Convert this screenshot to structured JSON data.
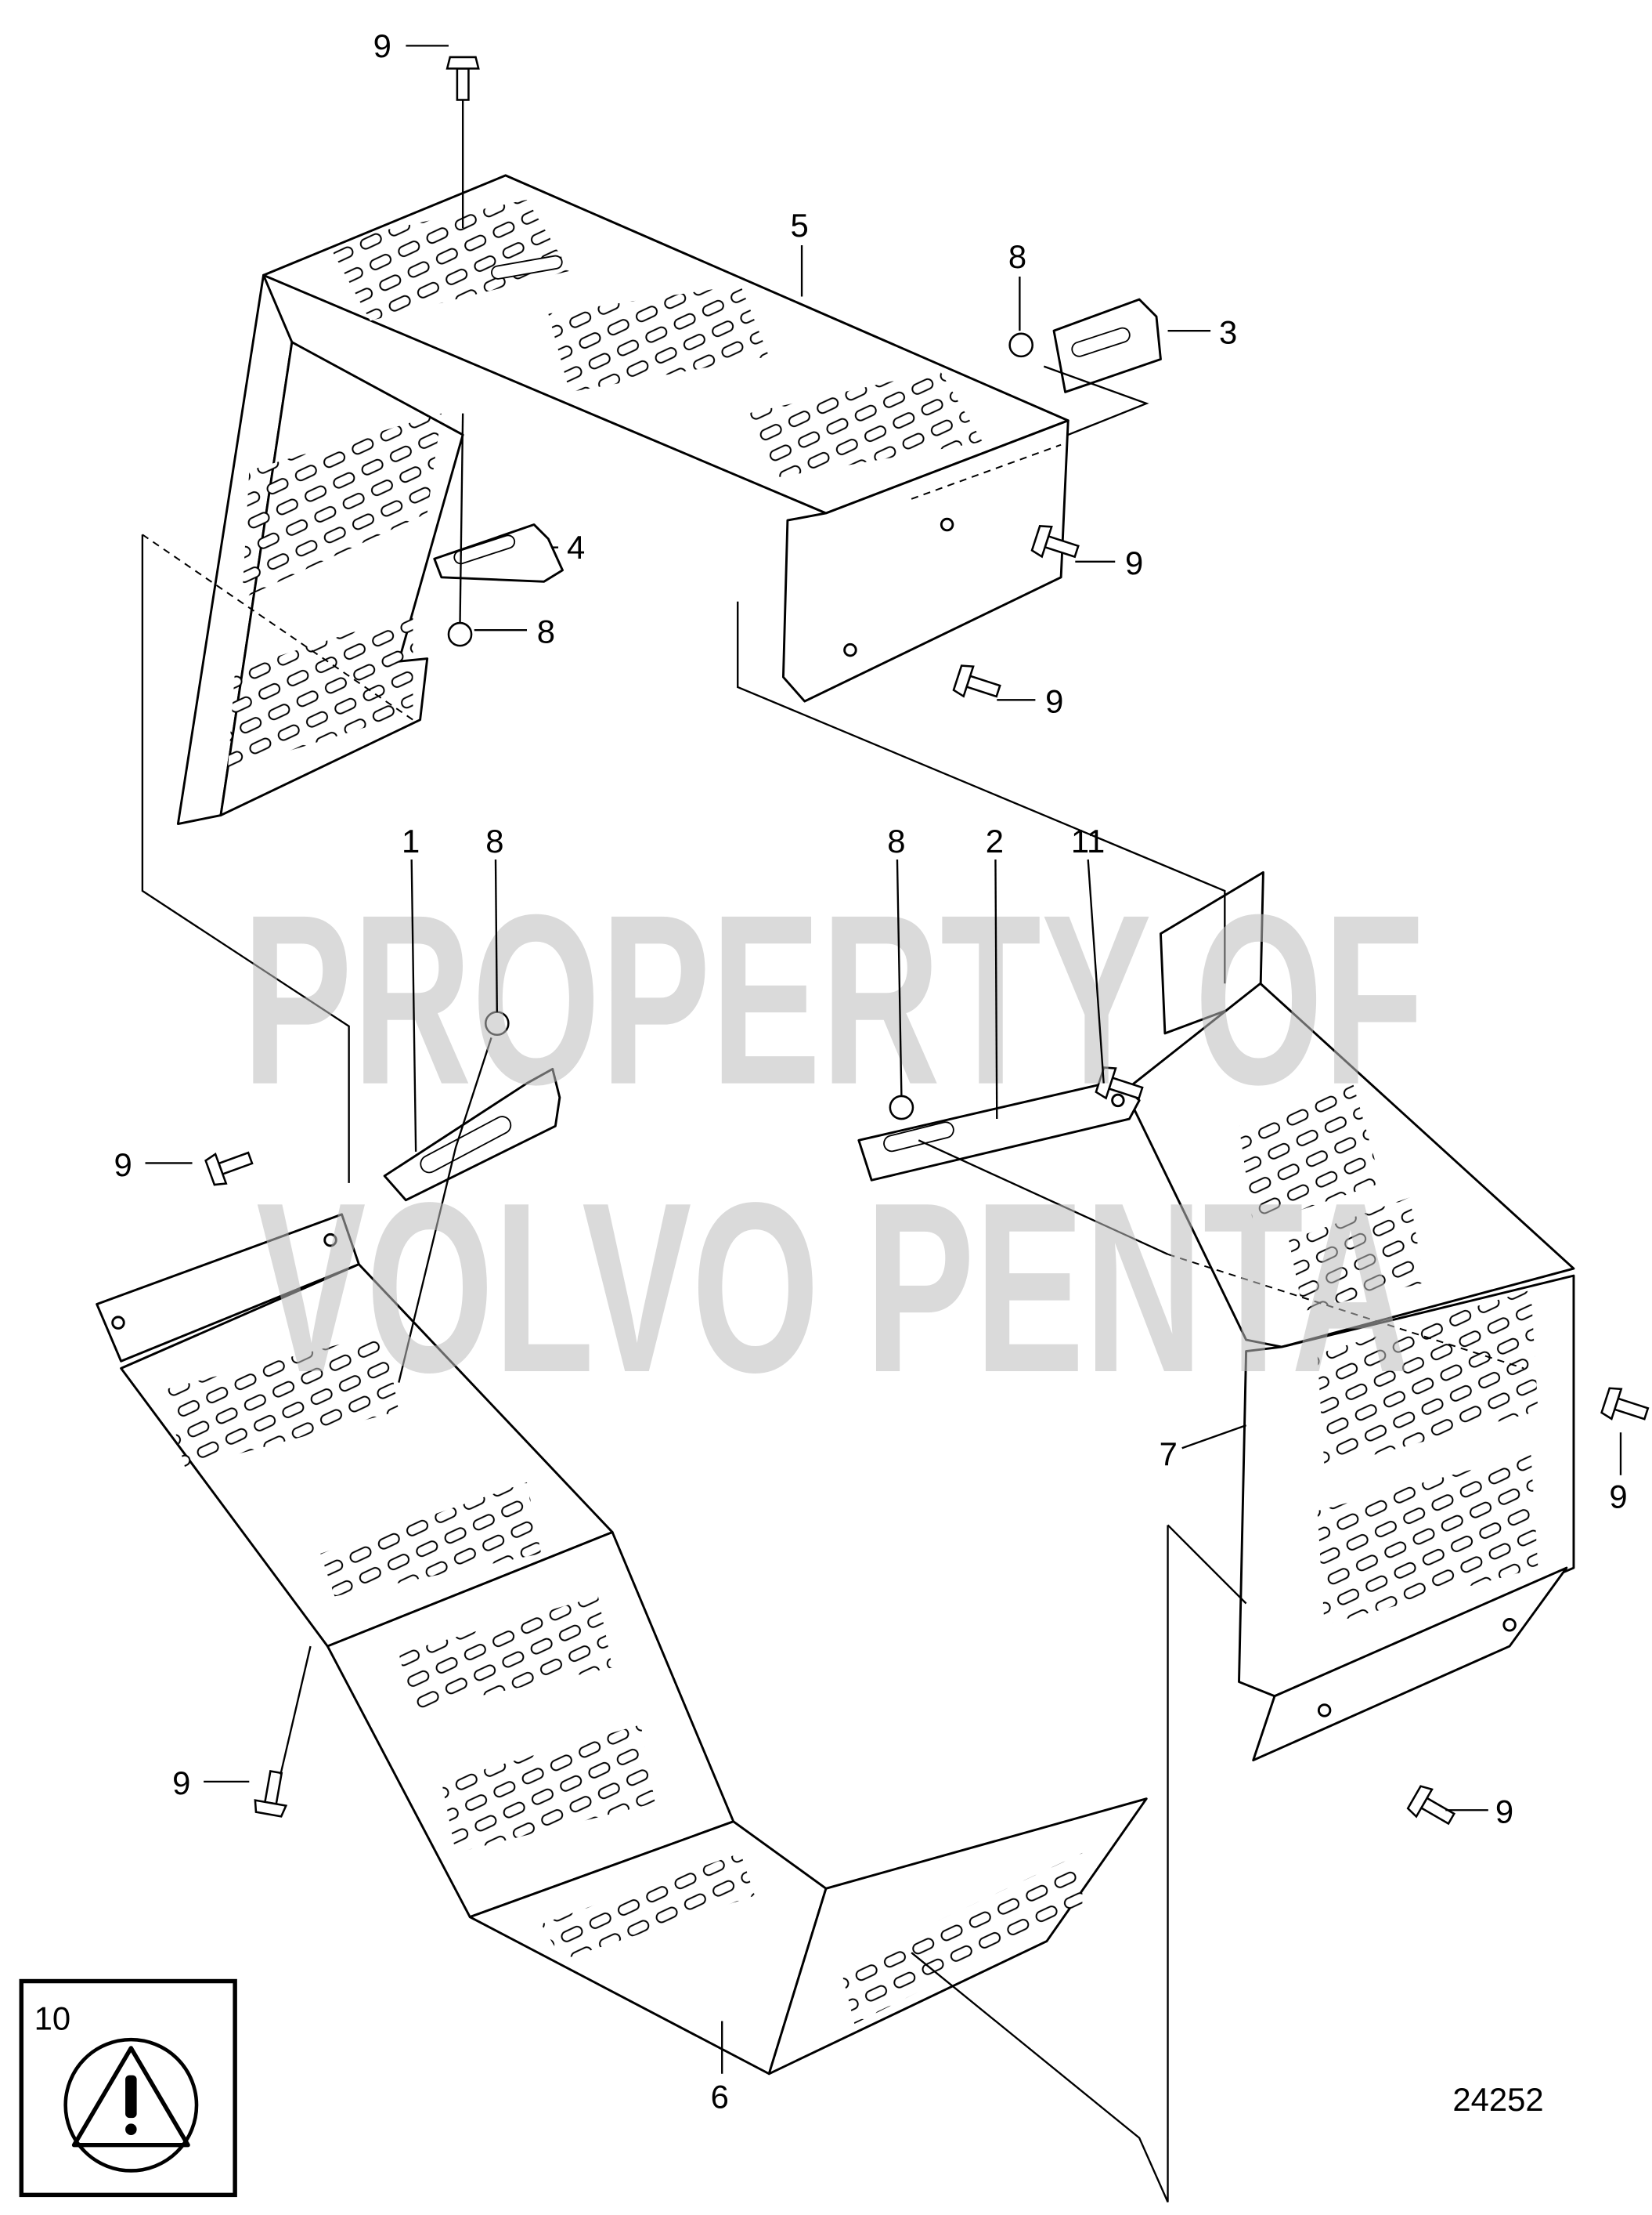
{
  "watermark": {
    "line1": "PROPERTY OF",
    "line2": "VOLVO PENTA"
  },
  "drawing_number": "24252",
  "warning_box": {
    "label": "10",
    "icon": "warning-triangle-icon"
  },
  "callouts": {
    "c9_top": "9",
    "c5": "5",
    "c8_top": "8",
    "c3": "3",
    "c4": "4",
    "c8_left": "8",
    "c9_right_upper": "9",
    "c9_right_mid": "9",
    "c8_mid_left": "8",
    "c8_mid_right": "8",
    "c2": "2",
    "c11": "11",
    "c1": "1",
    "c9_left": "9",
    "c7": "7",
    "c9_far_right": "9",
    "c9_bottom_left": "9",
    "c9_bottom_right": "9",
    "c6": "6"
  }
}
